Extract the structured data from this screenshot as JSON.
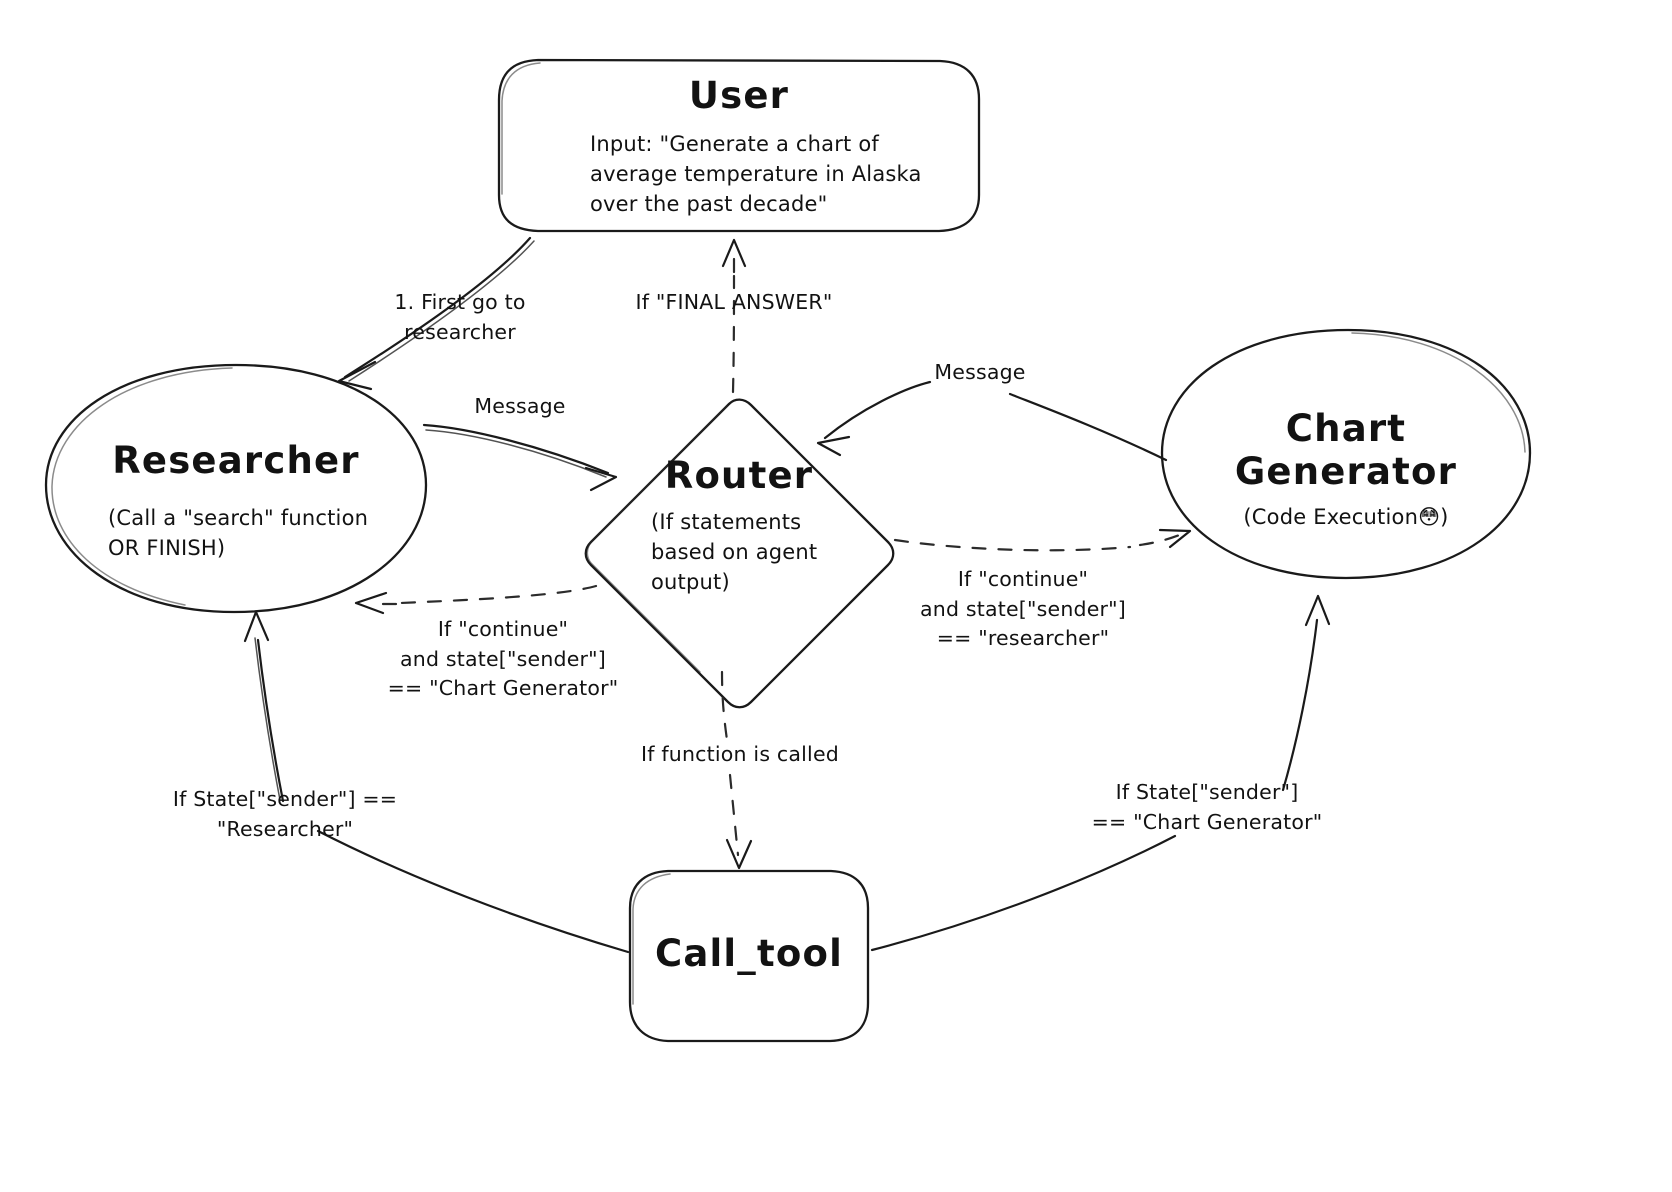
{
  "diagram": {
    "title": "Multi-agent graph: Researcher / Chart Generator / Router / Call_tool",
    "background_color": "#ffffff",
    "stroke_color": "#1a1a1a",
    "style": "hand-drawn sketch"
  },
  "nodes": {
    "user": {
      "id": "user",
      "shape": "rounded-rectangle",
      "title": "User",
      "subtitle": "Input: \"Generate a chart of\naverage temperature in Alaska\nover the past decade\""
    },
    "researcher": {
      "id": "researcher",
      "shape": "ellipse",
      "title": "Researcher",
      "subtitle": "(Call a \"search\" function\nOR FINISH)"
    },
    "router": {
      "id": "router",
      "shape": "diamond",
      "title": "Router",
      "subtitle": "(If statements\nbased on agent\noutput)"
    },
    "chart_generator": {
      "id": "chart_generator",
      "shape": "ellipse",
      "title_line1": "Chart",
      "title_line2": "Generator",
      "subtitle": "(Code Execution😳)"
    },
    "call_tool": {
      "id": "call_tool",
      "shape": "rounded-rectangle",
      "title": "Call_tool"
    }
  },
  "edges": [
    {
      "id": "user-to-researcher",
      "from": "user",
      "to": "researcher",
      "label": "1. First go to\nresearcher",
      "style": "solid",
      "arrow": "end"
    },
    {
      "id": "researcher-to-router",
      "from": "researcher",
      "to": "router",
      "label": "Message",
      "style": "solid",
      "arrow": "end"
    },
    {
      "id": "chartgen-to-router",
      "from": "chart_generator",
      "to": "router",
      "label": "Message",
      "style": "solid",
      "arrow": "end"
    },
    {
      "id": "router-to-user",
      "from": "router",
      "to": "user",
      "label": "If \"FINAL ANSWER\"",
      "style": "dashed",
      "arrow": "end"
    },
    {
      "id": "router-to-researcher",
      "from": "router",
      "to": "researcher",
      "label": "If \"continue\"\nand state[\"sender\"]\n== \"Chart Generator\"",
      "style": "dashed",
      "arrow": "end"
    },
    {
      "id": "router-to-chartgen",
      "from": "router",
      "to": "chart_generator",
      "label": "If \"continue\"\nand state[\"sender\"]\n== \"researcher\"",
      "style": "dashed",
      "arrow": "end"
    },
    {
      "id": "router-to-calltool",
      "from": "router",
      "to": "call_tool",
      "label": "If function is called",
      "style": "dashed",
      "arrow": "end"
    },
    {
      "id": "calltool-to-researcher",
      "from": "call_tool",
      "to": "researcher",
      "label": "If State[\"sender\"] ==\n\"Researcher\"",
      "style": "solid",
      "arrow": "end"
    },
    {
      "id": "calltool-to-chartgen",
      "from": "call_tool",
      "to": "chart_generator",
      "label": "If State[\"sender\"]\n== \"Chart Generator\"",
      "style": "solid",
      "arrow": "end"
    }
  ]
}
